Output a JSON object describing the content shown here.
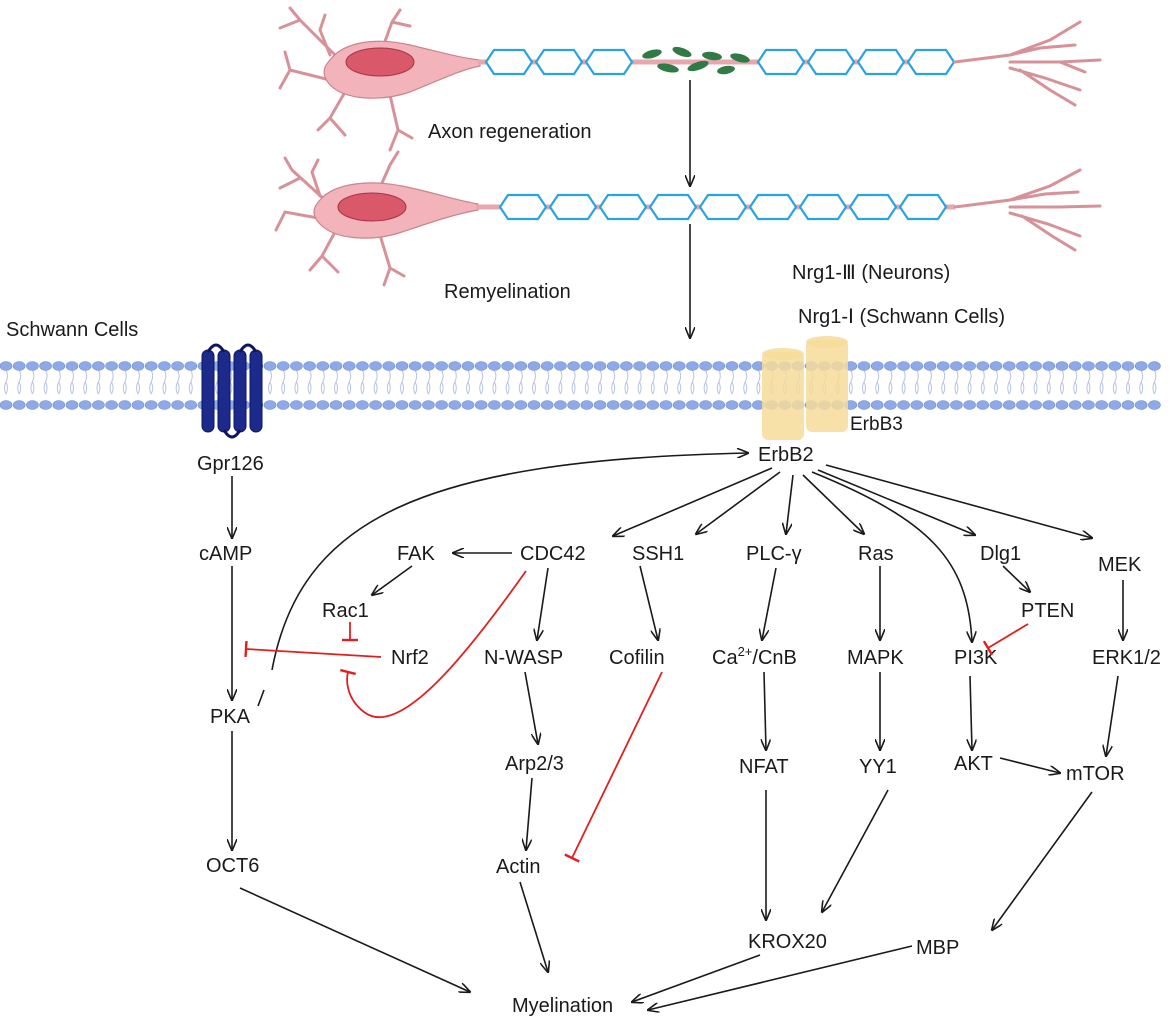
{
  "labels": {
    "axon_regeneration": "Axon regeneration",
    "remyelination": "Remyelination",
    "nrg1_iii": "Nrg1-Ⅲ (Neurons)",
    "nrg1_i": "Nrg1-Ⅰ (Schwann Cells)",
    "schwann_cells": "Schwann Cells",
    "erbb3": "ErbB3",
    "erbb2": "ErbB2",
    "gpr126": "Gpr126",
    "camp": "cAMP",
    "pka": "PKA",
    "oct6": "OCT6",
    "fak": "FAK",
    "rac1": "Rac1",
    "nrf2": "Nrf2",
    "cdc42": "CDC42",
    "nwasp": "N-WASP",
    "arp23": "Arp2/3",
    "actin": "Actin",
    "ssh1": "SSH1",
    "cofilin": "Cofilin",
    "plcg": "PLC-γ",
    "ca_prefix": "Ca",
    "ca_sup": "2+",
    "ca_suffix": "/CnB",
    "nfat": "NFAT",
    "ras": "Ras",
    "mapk": "MAPK",
    "yy1": "YY1",
    "dlg1": "Dlg1",
    "pten": "PTEN",
    "pi3k": "PI3K",
    "akt": "AKT",
    "mek": "MEK",
    "erk": "ERK1/2",
    "mtor": "mTOR",
    "krox20": "KROX20",
    "mbp": "MBP",
    "myelination": "Myelination"
  },
  "colors": {
    "inhibition": "#e02020",
    "myelin": "#2aa3e0",
    "neuron": "#f2b4ba",
    "gpr126": "#1c2a8c",
    "erbb": "#f6dc9a",
    "membrane_head": "#8da9e8"
  }
}
